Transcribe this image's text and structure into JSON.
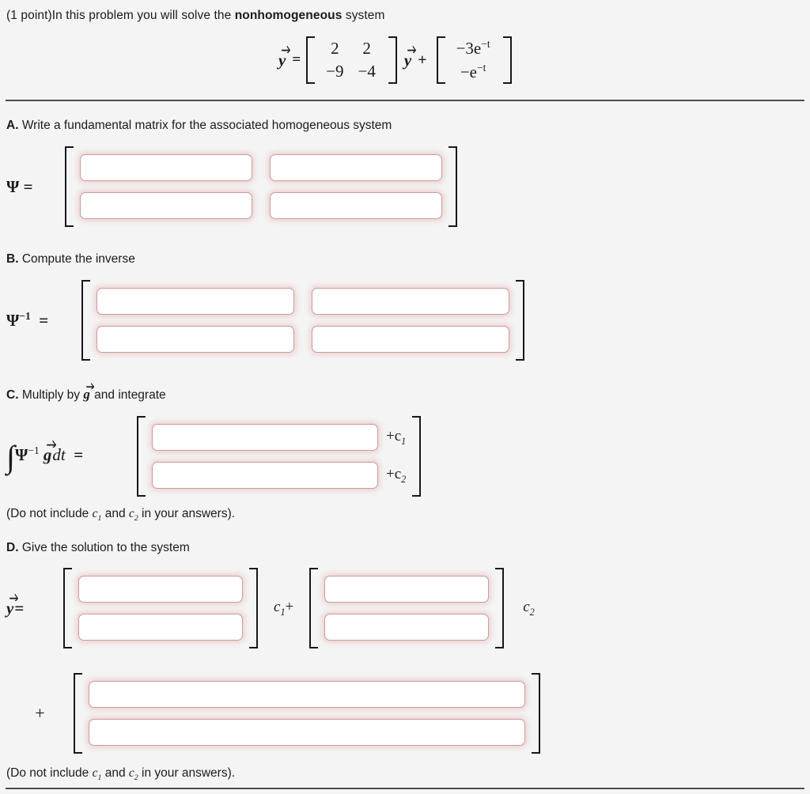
{
  "problem": {
    "points_label": "(1 point)",
    "intro_before": "In this problem you will solve the ",
    "intro_emphasis": "nonhomogeneous",
    "intro_after": " system",
    "equation": {
      "lhs": "y",
      "relation": "=",
      "matrix": [
        [
          "2",
          "2"
        ],
        [
          "−9",
          "−4"
        ]
      ],
      "times_vector": "y",
      "plus": "+",
      "forcing_vector": [
        "−3e",
        "−e"
      ],
      "forcing_exponent": "−t"
    }
  },
  "sections": [
    {
      "id": "A",
      "letter": "A.",
      "title": "Write a fundamental matrix for the associated homogeneous system",
      "label": "Ψ",
      "label_sup": "",
      "relation": "=",
      "fields": [
        {
          "name": "psi-r1c1",
          "value": "",
          "placeholder": ""
        },
        {
          "name": "psi-r1c2",
          "value": "",
          "placeholder": ""
        },
        {
          "name": "psi-r2c1",
          "value": "",
          "placeholder": ""
        },
        {
          "name": "psi-r2c2",
          "value": "",
          "placeholder": ""
        }
      ]
    },
    {
      "id": "B",
      "letter": "B.",
      "title": "Compute the inverse",
      "label": "Ψ",
      "label_sup": "−1",
      "relation": "=",
      "fields": [
        {
          "name": "psi-inv-r1c1",
          "value": "",
          "placeholder": ""
        },
        {
          "name": "psi-inv-r1c2",
          "value": "",
          "placeholder": ""
        },
        {
          "name": "psi-inv-r2c1",
          "value": "",
          "placeholder": ""
        },
        {
          "name": "psi-inv-r2c2",
          "value": "",
          "placeholder": ""
        }
      ]
    },
    {
      "id": "C",
      "letter": "C.",
      "title_before": "Multiply by ",
      "title_symbol": "g",
      "title_after": " and integrate",
      "integral": "∫",
      "integrand_psi": "Ψ",
      "integrand_psi_sup": "−1",
      "integrand_g": "g",
      "integrand_dt": "dt",
      "relation": "=",
      "row_labels": [
        "+c",
        "+c"
      ],
      "row_label_subs": [
        "1",
        "2"
      ],
      "fields": [
        {
          "name": "integral-row1",
          "value": "",
          "placeholder": ""
        },
        {
          "name": "integral-row2",
          "value": "",
          "placeholder": ""
        }
      ],
      "note": {
        "before": "(Do not include ",
        "c1": "c",
        "c1sub": "1",
        "middle": " and ",
        "c2": "c",
        "c2sub": "2",
        "after": " in your answers)."
      }
    },
    {
      "id": "D",
      "letter": "D.",
      "title": "Give the solution to the system",
      "label": "y",
      "relation": "=",
      "const1": "c",
      "const1_sub": "1",
      "const1_plus": "+",
      "const2": "c",
      "const2_sub": "2",
      "plus_sign": "+",
      "fields": [
        {
          "name": "solution-m1-row1",
          "value": "",
          "placeholder": ""
        },
        {
          "name": "solution-m1-row2",
          "value": "",
          "placeholder": ""
        },
        {
          "name": "solution-m2-row1",
          "value": "",
          "placeholder": ""
        },
        {
          "name": "solution-m2-row2",
          "value": "",
          "placeholder": ""
        },
        {
          "name": "solution-m3-row1",
          "value": "",
          "placeholder": ""
        },
        {
          "name": "solution-m3-row2",
          "value": "",
          "placeholder": ""
        }
      ],
      "note": {
        "before": "(Do not include ",
        "c1": "c",
        "c1sub": "1",
        "middle": " and ",
        "c2": "c",
        "c2sub": "2",
        "after": " in your answers)."
      }
    }
  ],
  "colors": {
    "background": "#f4f4f4",
    "field_border": "#cf9b9b",
    "field_glow": "rgba(226,160,160,0.42)",
    "rule": "#4a4d50",
    "text": "#1b1b1b"
  }
}
